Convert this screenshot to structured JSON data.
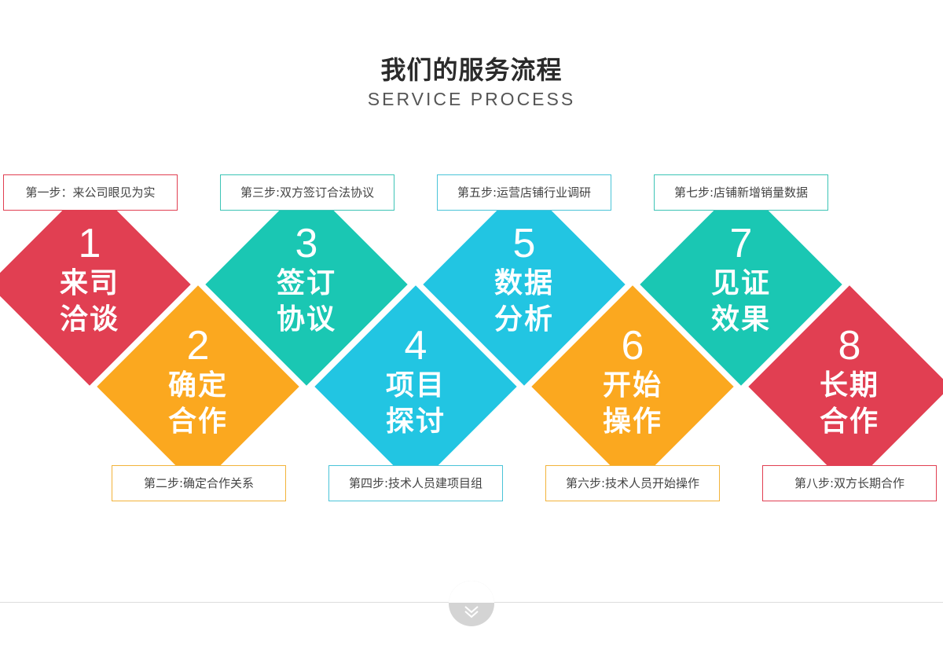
{
  "header": {
    "title": "我们的服务流程",
    "subtitle": "SERVICE PROCESS"
  },
  "steps": [
    {
      "number": "1",
      "line1": "来司",
      "line2": "洽谈",
      "caption": "第一步：来公司眼见为实",
      "color": "#e13f52",
      "border": "#e13f52"
    },
    {
      "number": "2",
      "line1": "确定",
      "line2": "合作",
      "caption": "第二步:确定合作关系",
      "color": "#fba81f",
      "border": "#f2b33a"
    },
    {
      "number": "3",
      "line1": "签订",
      "line2": "协议",
      "caption": "第三步:双方签订合法协议",
      "color": "#1ac7b3",
      "border": "#3cc4b6"
    },
    {
      "number": "4",
      "line1": "项目",
      "line2": "探讨",
      "caption": "第四步:技术人员建项目组",
      "color": "#22c5e2",
      "border": "#4ac4d8"
    },
    {
      "number": "5",
      "line1": "数据",
      "line2": "分析",
      "caption": "第五步:运营店铺行业调研",
      "color": "#22c5e2",
      "border": "#4ac4d8"
    },
    {
      "number": "6",
      "line1": "开始",
      "line2": "操作",
      "caption": "第六步:技术人员开始操作",
      "color": "#fba81f",
      "border": "#f2b33a"
    },
    {
      "number": "7",
      "line1": "见证",
      "line2": "效果",
      "caption": "第七步:店铺新增销量数据",
      "color": "#1ac7b3",
      "border": "#3cc4b6"
    },
    {
      "number": "8",
      "line1": "长期",
      "line2": "合作",
      "caption": "第八步:双方长期合作",
      "color": "#e13f52",
      "border": "#e13f52"
    }
  ],
  "footer": {
    "scroll_icon": "double-chevron-down-icon"
  }
}
